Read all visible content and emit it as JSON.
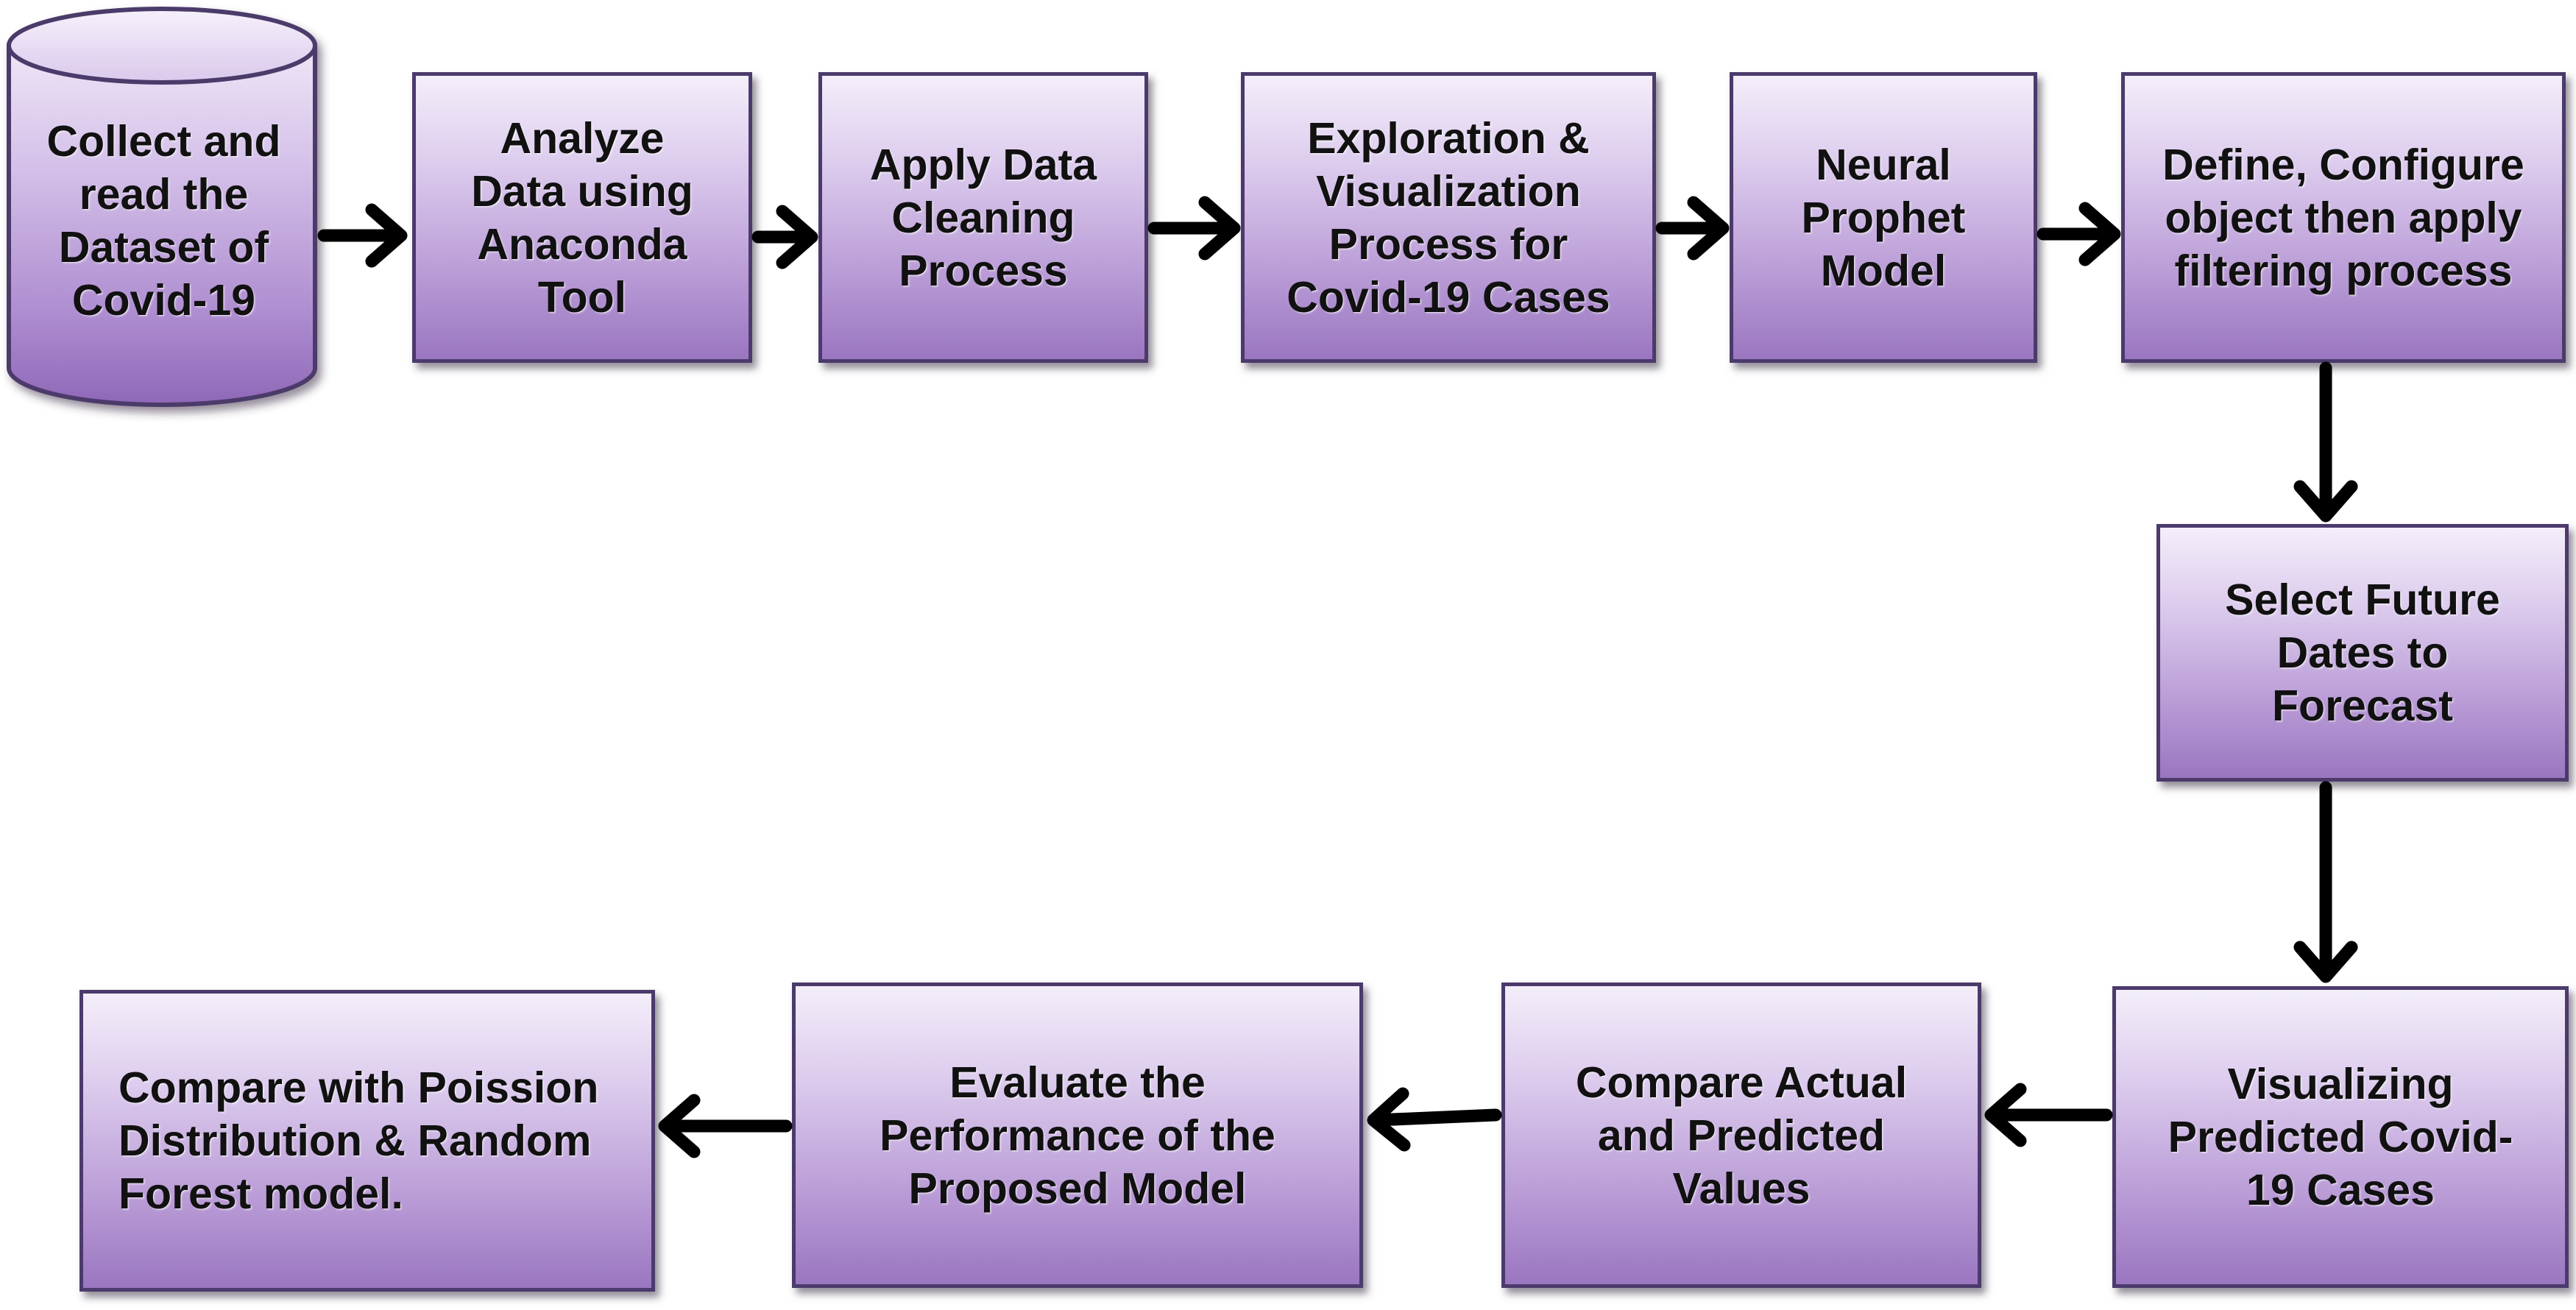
{
  "steps": {
    "collect": "Collect and\nread the\nDataset of\nCovid-19",
    "analyze": "Analyze\nData using\nAnaconda\nTool",
    "cleaning": "Apply Data\nCleaning\nProcess",
    "exploration": "Exploration &\nVisualization\nProcess for\nCovid-19 Cases",
    "neural": "Neural\nProphet\nModel",
    "define": "Define, Configure\nobject then apply\nfiltering process",
    "select": "Select Future\nDates to\nForecast",
    "visualizing": "Visualizing\nPredicted Covid-\n19 Cases",
    "compare_actual": "Compare Actual\nand Predicted\nValues",
    "evaluate": "Evaluate the\nPerformance of the\nProposed Model",
    "compare_poisson": "Compare with Poission\nDistribution & Random\nForest model."
  },
  "colors": {
    "box_border": "#4b3a6b",
    "box_fill_top": "#f4eefa",
    "box_fill_bottom": "#9a76c0",
    "arrow": "#000000"
  }
}
